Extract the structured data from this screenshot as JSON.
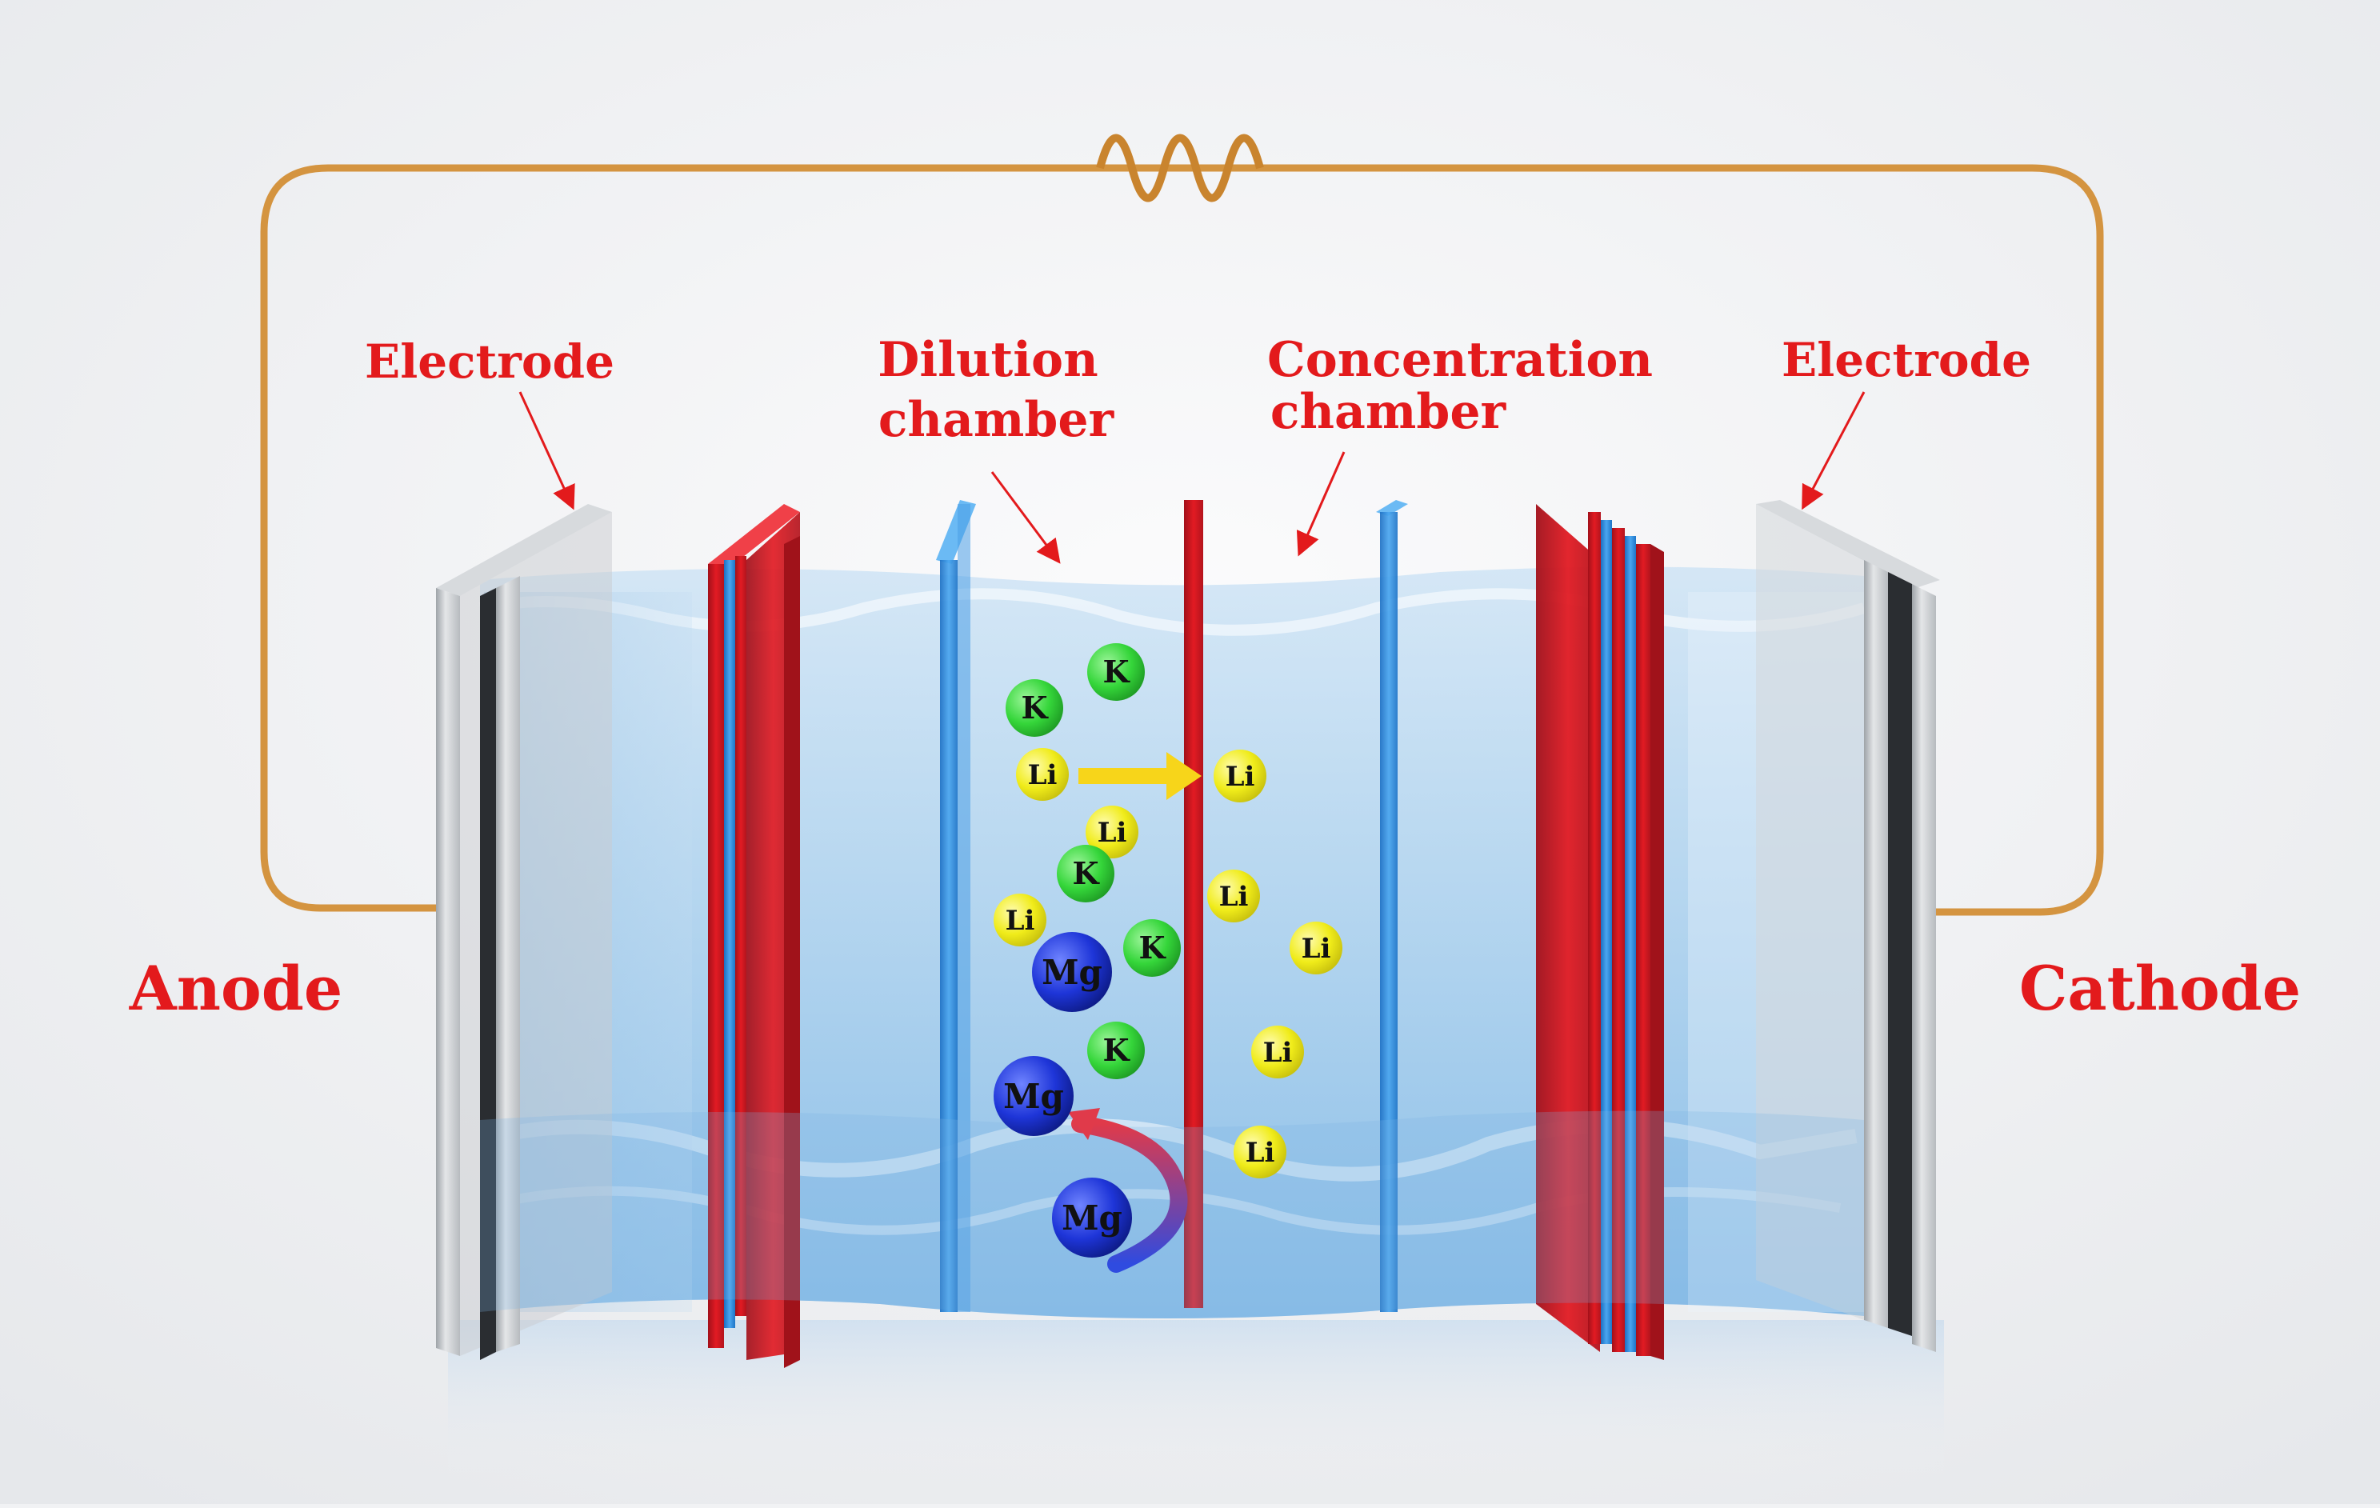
{
  "labels": {
    "electrode_left": "Electrode",
    "electrode_right": "Electrode",
    "dilution_line1": "Dilution",
    "dilution_line2": "chamber",
    "concentration_line1": "Concentration",
    "concentration_line2": "chamber",
    "anode": "Anode",
    "cathode": "Cathode"
  },
  "ions": {
    "k": "K",
    "li": "Li",
    "mg": "Mg"
  },
  "colors": {
    "label_red": "#e31a1c",
    "wire": "#d49440",
    "water": "#9ec9ec",
    "cation_membrane": "#e21b23",
    "anion_membrane": "#2f8ee0",
    "electrode_plate": "#bfc3c7",
    "k_ion": "#35d63a",
    "li_ion": "#f0ec1a",
    "mg_ion": "#1e35d8",
    "arrow_yellow": "#f7d51a"
  }
}
